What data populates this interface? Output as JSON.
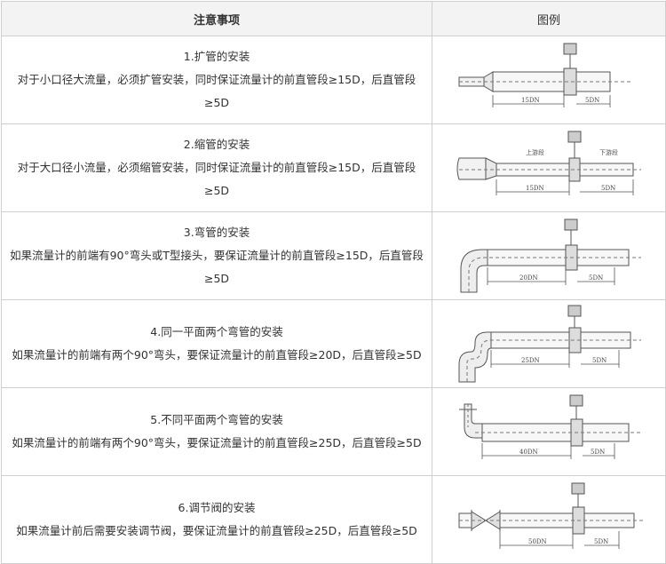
{
  "table": {
    "headers": [
      "注意事项",
      "图例"
    ],
    "rows": [
      {
        "title": "1.扩管的安装",
        "desc": "对于小口径大流量，必须扩管安装，同时保证流量计的前直管段≥15D，后直管段≥5D",
        "figure": {
          "type": "expander",
          "upstream_label": "15DN",
          "downstream_label": "5DN"
        }
      },
      {
        "title": "2.缩管的安装",
        "desc": "对于大口径小流量，必须缩管安装，同时保证流量计的前直管段≥15D，后直管段≥5D",
        "figure": {
          "type": "reducer",
          "upstream_label": "15DN",
          "downstream_label": "5DN",
          "upstream_text": "上游段",
          "downstream_text": "下游段"
        }
      },
      {
        "title": "3.弯管的安装",
        "desc": "如果流量计的前端有90°弯头或T型接头，要保证流量计的前直管段≥15D，后直管段≥5D",
        "figure": {
          "type": "elbow",
          "upstream_label": "20DN",
          "downstream_label": "5DN"
        }
      },
      {
        "title": "4.同一平面两个弯管的安装",
        "desc": "如果流量计的前端有两个90°弯头，要保证流量计的前直管段≥20D，后直管段≥5D",
        "figure": {
          "type": "double-elbow",
          "upstream_label": "25DN",
          "downstream_label": "5DN"
        }
      },
      {
        "title": "5.不同平面两个弯管的安装",
        "desc": "如果流量计的前端有两个90°弯头，要保证流量计的前直管段≥25D，后直管段≥5D",
        "figure": {
          "type": "double-elbow-3d",
          "upstream_label": "40DN",
          "downstream_label": "5DN"
        }
      },
      {
        "title": "6.调节阀的安装",
        "desc": "如果流量计前后需要安装调节阀，要保证流量计的前直管段≥25D，后直管段≥5D",
        "figure": {
          "type": "valve",
          "upstream_label": "50DN",
          "downstream_label": "5DN"
        }
      }
    ]
  }
}
